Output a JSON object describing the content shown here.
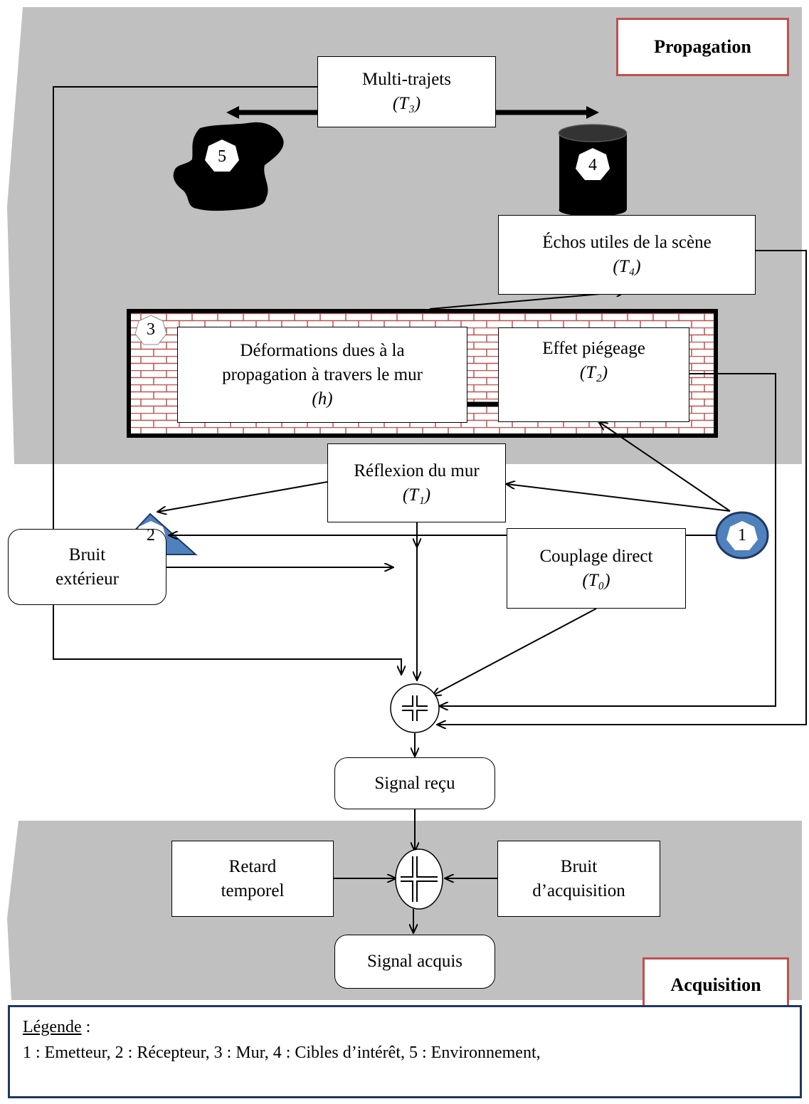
{
  "colors": {
    "zone_fill": "#c0c0c0",
    "badge_border": "#c0504d",
    "brick_line": "#c0504d",
    "legend_border": "#1f3864",
    "shape_blue": "#4f81bd",
    "shape_blue_border": "#1f3864"
  },
  "zones": {
    "propagation": "Propagation",
    "acquisition": "Acquisition"
  },
  "boxes": {
    "multitrajets": {
      "label": "Multi-trajets",
      "sym": "(T₃)"
    },
    "echos": {
      "label": "Échos utiles de la scène",
      "sym": "(T₄)"
    },
    "deformations": {
      "line1": "Déformations dues à la",
      "line2": "propagation à travers le mur",
      "sym": "(h)"
    },
    "piegeage": {
      "label": "Effet piégeage",
      "sym": "(T₂)"
    },
    "reflexion": {
      "label": "Réflexion du mur",
      "sym": "(T₁)"
    },
    "couplage": {
      "label": "Couplage direct",
      "sym": "(T₀)"
    },
    "bruit_ext": {
      "line1": "Bruit",
      "line2": "extérieur"
    },
    "signal_recu": {
      "label": "Signal reçu"
    },
    "retard": {
      "line1": "Retard",
      "line2": "temporel"
    },
    "bruit_acq": {
      "line1": "Bruit",
      "line2": "d’acquisition"
    },
    "signal_acquis": {
      "label": "Signal acquis"
    }
  },
  "markers": {
    "emetteur": "1",
    "recepteur": "2",
    "mur": "3",
    "cibles": "4",
    "environnement": "5"
  },
  "legend": {
    "title": "Légende",
    "separator": " :",
    "text": "1 : Emetteur, 2 : Récepteur, 3 : Mur, 4 : Cibles d’intérêt, 5 : Environnement,"
  }
}
